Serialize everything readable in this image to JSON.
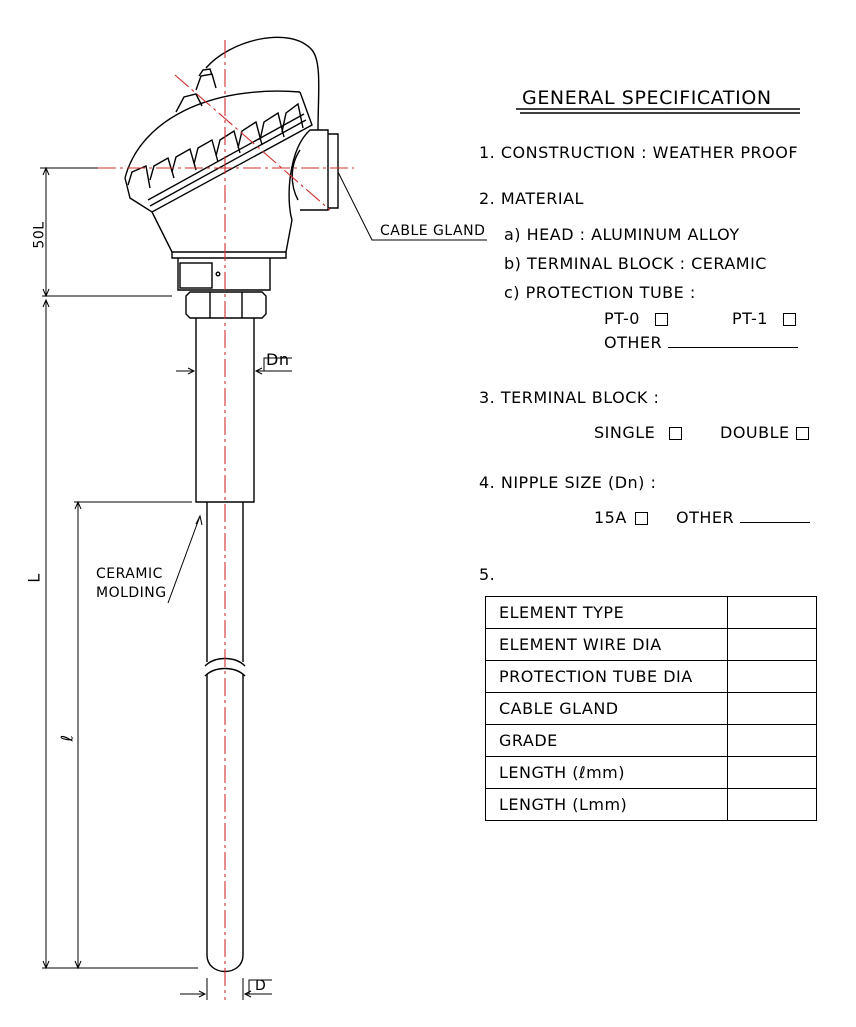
{
  "drawing": {
    "title": "GENERAL SPECIFICATION",
    "labels": {
      "cable_gland": "CABLE GLAND",
      "ceramic_molding_1": "CERAMIC",
      "ceramic_molding_2": "MOLDING",
      "dn": "Dn",
      "d": "D",
      "dim_50l": "50L",
      "dim_l": "L",
      "dim_lambda": "ℓ"
    }
  },
  "spec": {
    "item1": "1. CONSTRUCTION : WEATHER PROOF",
    "item2": "2. MATERIAL",
    "item2a": "a) HEAD : ALUMINUM ALLOY",
    "item2b": "b) TERMINAL BLOCK : CERAMIC",
    "item2c": "c) PROTECTION TUBE :",
    "pt0": "PT-0",
    "pt1": "PT-1",
    "other": "OTHER",
    "item3": "3. TERMINAL BLOCK :",
    "single": "SINGLE",
    "double": "DOUBLE",
    "item4": "4. NIPPLE SIZE (Dn) :",
    "a15": "15A",
    "other2": "OTHER",
    "item5": "5."
  },
  "table": {
    "rows": [
      {
        "label": "ELEMENT TYPE",
        "value": ""
      },
      {
        "label": "ELEMENT WIRE DIA",
        "value": ""
      },
      {
        "label": "PROTECTION TUBE DIA",
        "value": ""
      },
      {
        "label": "CABLE GLAND",
        "value": ""
      },
      {
        "label": "GRADE",
        "value": ""
      },
      {
        "label": "LENGTH   (ℓmm)",
        "value": ""
      },
      {
        "label": "LENGTH   (Lmm)",
        "value": ""
      }
    ]
  }
}
